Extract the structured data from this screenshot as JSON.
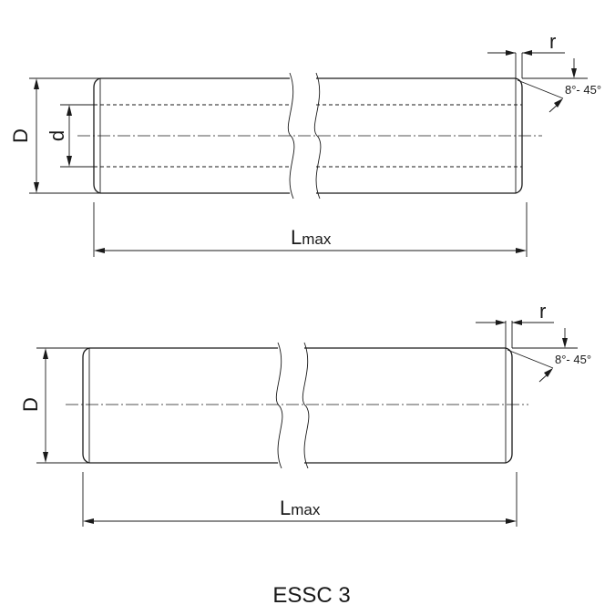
{
  "drawing_1": {
    "outer_diameter_label": "D",
    "inner_diameter_label": "d",
    "length_label_main": "L",
    "length_label_sub": "max",
    "radius_label": "r",
    "angle_label": "8°- 45°"
  },
  "drawing_2": {
    "outer_diameter_label": "D",
    "length_label_main": "L",
    "length_label_sub": "max",
    "radius_label": "r",
    "angle_label": "8°- 45°"
  },
  "caption": "ESSC 3"
}
